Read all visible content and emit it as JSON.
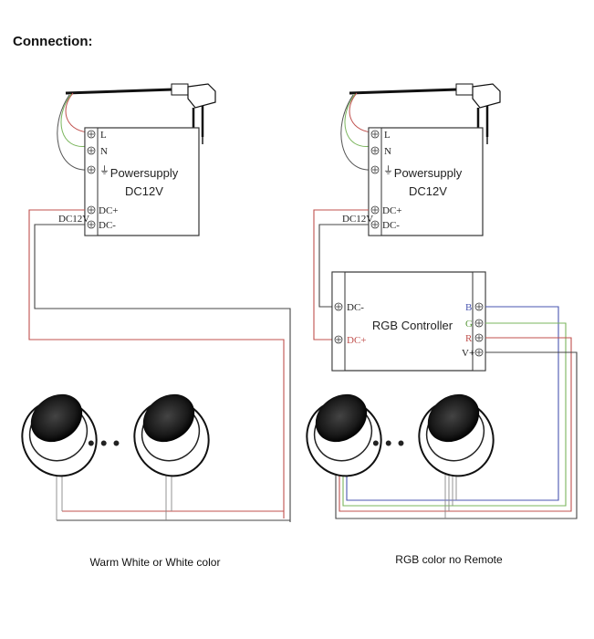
{
  "title": "Connection:",
  "left": {
    "psu_title": "Powersupply",
    "psu_voltage": "DC12V",
    "terminal_L": "L",
    "terminal_N": "N",
    "terminal_ground": "⏚",
    "terminal_dcplus": "DC+",
    "terminal_dcminus": "DC-",
    "output_label": "DC12V",
    "dots": "• • •",
    "caption": "Warm White or White color"
  },
  "right": {
    "psu_title": "Powersupply",
    "psu_voltage": "DC12V",
    "terminal_L": "L",
    "terminal_N": "N",
    "terminal_ground": "⏚",
    "terminal_dcplus": "DC+",
    "terminal_dcminus": "DC-",
    "output_label": "DC12V",
    "controller_title": "RGB Controller",
    "ctrl_in_minus": "DC-",
    "ctrl_in_plus": "DC+",
    "ctrl_B": "B",
    "ctrl_G": "G",
    "ctrl_R": "R",
    "ctrl_V": "V+",
    "dots": "• • •",
    "caption": "RGB color no Remote"
  },
  "colors": {
    "red_wire": "#c0504d",
    "blue_wire": "#4a56b0",
    "green_wire": "#7ab55c",
    "black_wire": "#444444",
    "plug_cable": "#111111"
  }
}
